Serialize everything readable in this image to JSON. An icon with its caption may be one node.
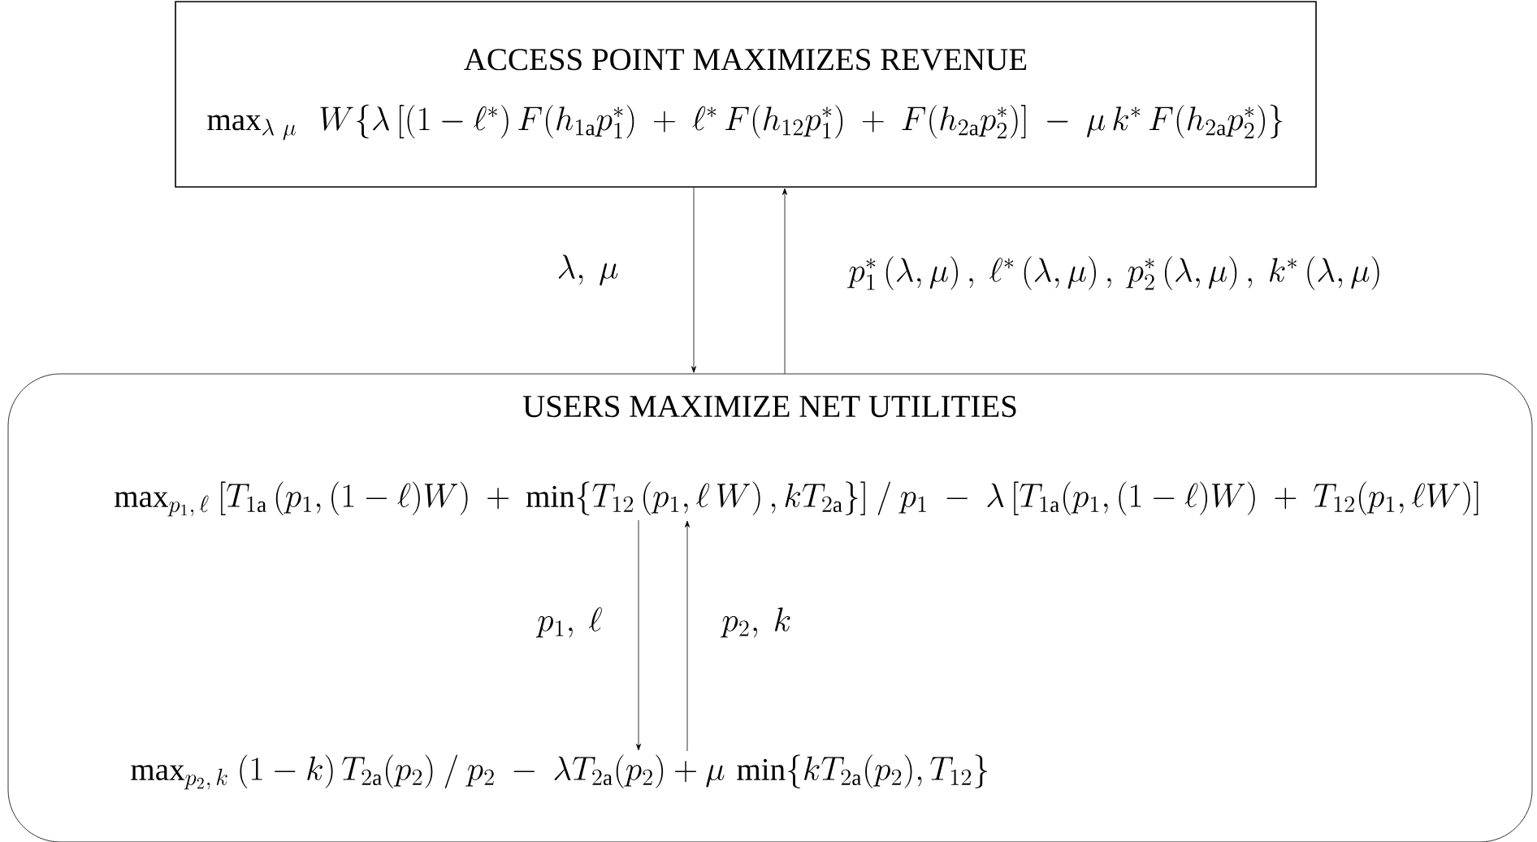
{
  "diagram": {
    "nodes": [
      {
        "text": [
          "ACCESS POINT MAXIMIZES REVENUE",
          "\\max_{\\lambda\\ \\mu}\\ \\ W\\Big\\{\\lambda\\,[(1-\\ell^*)\\,F(h_{1\\mathrm{a}}p_1^*)\\ +\\ \\ell^*\\,F(h_{12}p_1^*)\\ +\\ F(h_{2\\mathrm{a}}p_2^*)]\\ -\\ \\mu\\,k^*\\,F(h_{2\\mathrm{a}}p_2^*)\\Big\\}"
        ]
      },
      {
        "text": [
          "USERS MAXIMIZE NET UTILITIES"
        ]
      },
      {
        "text": [
          "\\max\\nolimits_{p_1,\\,\\ell}\\ [T_{1\\mathrm{a}}\\,(p_1,(1-\\ell)W)\\ +\\ \\min\\{T_{12}\\,(p_1,\\ell\\,W)\\,,kT_{2\\mathrm{a}}\\}]\\ /\\ p_1\\ -\\ \\lambda\\,[T_{1\\mathrm{a}}(p_1,(1-\\ell)W)\\ +\\ T_{12}(p_1,\\ell W)]"
        ],
        "in": 1
      },
      {
        "text": [
          "\\max\\nolimits_{p_2,\\,k}\\ (1-k)\\,T_{2\\mathrm{a}}(p_2)\\ /\\ p_2\\ -\\ \\lambda T_{2\\mathrm{a}}(p_2)+\\mu\\,\\min\\{kT_{2\\mathrm{a}}(p_2),T_{12}\\}"
        ],
        "in": 1
      }
    ],
    "edges": [
      {
        "from": 0,
        "to": 1,
        "arrow": "to",
        "label": "\\lambda,\\ \\mu"
      },
      {
        "from": 1,
        "to": 0,
        "arrow": "to",
        "label": "p_1^*\\,(\\lambda,\\mu)\\,,\\ \\ell^*\\,(\\lambda,\\mu)\\,,\\ p_2^*\\,(\\lambda,\\mu)\\,,\\ k^*\\,(\\lambda,\\mu)"
      },
      {
        "from": 2,
        "to": 3,
        "arrow": "to",
        "label": "p_1,\\ \\ell"
      },
      {
        "from": 3,
        "to": 2,
        "arrow": "to",
        "label": "p_2,\\ k"
      }
    ]
  }
}
